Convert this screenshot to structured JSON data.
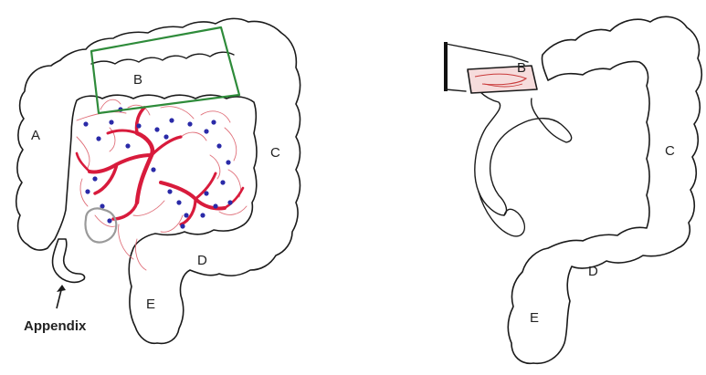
{
  "colors": {
    "outline": "#1a1a1a",
    "vessel": "#d81b3c",
    "thin_vessel": "#e0707a",
    "node": "#2a2aa8",
    "highlight_box": "#2e8b3a",
    "lesion_fill": "#f6dcdc",
    "lesion_stroke": "#c93a3a",
    "appendix_circle": "#9a9a9a"
  },
  "left_diagram": {
    "label_a": "A",
    "label_b": "B",
    "label_c": "C",
    "label_d": "D",
    "label_e": "E",
    "appendix_label": "Appendix"
  },
  "right_diagram": {
    "label_b": "B",
    "label_c": "C",
    "label_d": "D",
    "label_e": "E"
  }
}
